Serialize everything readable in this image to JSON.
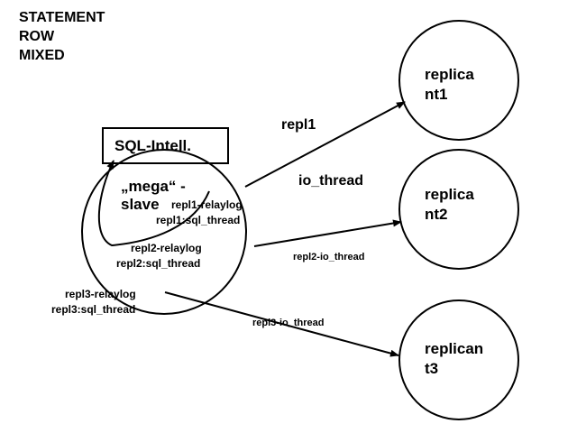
{
  "formats": [
    "STATEMENT",
    "ROW",
    "MIXED"
  ],
  "sql_box": {
    "label": "SQL-Intell."
  },
  "master": {
    "label_line1": "„mega“ -",
    "label_line2": "slave",
    "relay": [
      {
        "relaylog": "repl1-relaylog",
        "sql_thread": "repl1:sql_thread"
      },
      {
        "relaylog": "repl2-relaylog",
        "sql_thread": "repl2:sql_thread"
      },
      {
        "relaylog": "repl3-relaylog",
        "sql_thread": "repl3:sql_thread"
      }
    ]
  },
  "replicas": [
    {
      "line1": "replica",
      "line2": "nt1"
    },
    {
      "line1": "replica",
      "line2": "nt2"
    },
    {
      "line1": "replican",
      "line2": "t3"
    }
  ],
  "arrow_labels": {
    "repl1": "repl1",
    "io_thread": "io_thread",
    "repl2_io": "repl2-io_thread",
    "repl3_io": "repl3-io_thread"
  },
  "colors": {
    "stroke": "#000000",
    "background": "#ffffff"
  }
}
